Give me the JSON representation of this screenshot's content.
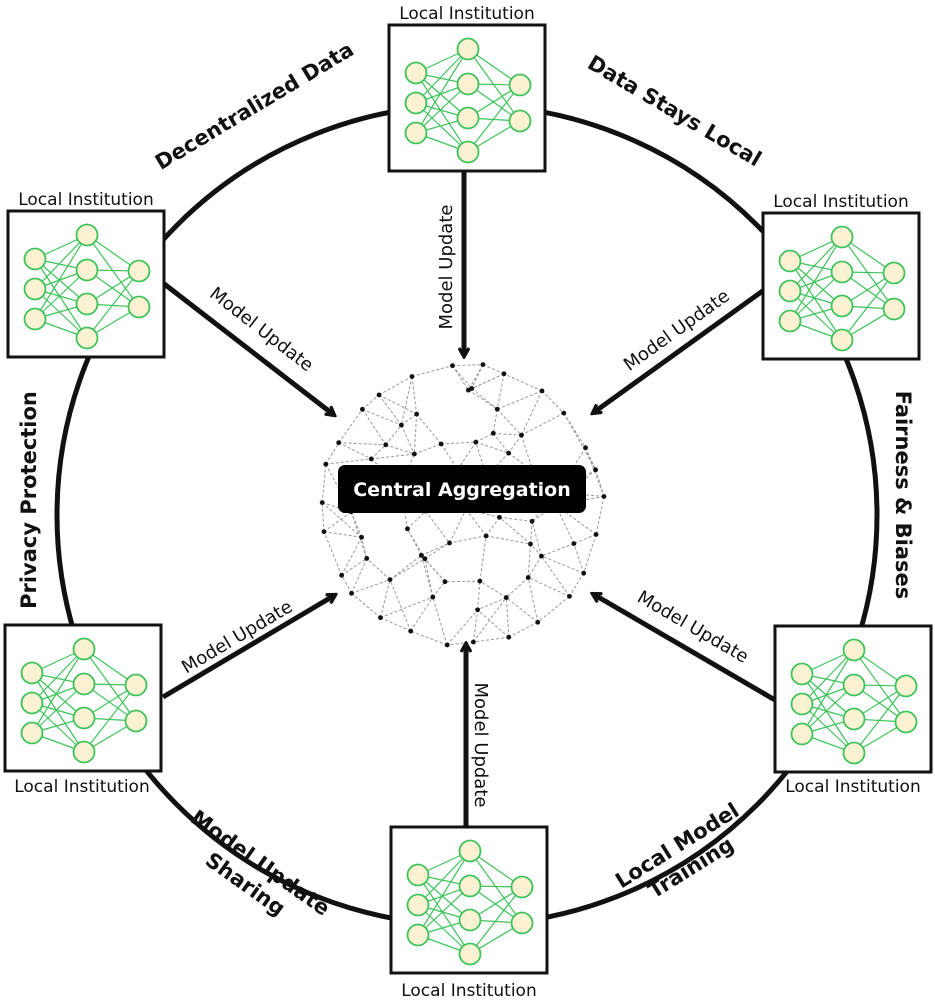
{
  "center": {
    "label": "Central Aggregation"
  },
  "institution_label": "Local Institution",
  "arrow_label": "Model Update",
  "themes": {
    "top_left": "Decentralized Data",
    "top_right": "Data Stays Local",
    "right": "Fairness & Biases",
    "bottom_right_line1": "Local Model",
    "bottom_right_line2": "Training",
    "bottom_left_line1": "Model Update",
    "bottom_left_line2": "Sharing",
    "left": "Privacy Protection"
  },
  "colors": {
    "node_fill": "#fbf1d3",
    "node_stroke": "#3fc35a",
    "edge": "#3fc35a",
    "outline": "#111111",
    "mesh": "#9a9a9a",
    "center_bg": "#000000"
  },
  "icons": {
    "institution": "neural-network-icon",
    "aggregator": "network-sphere-icon"
  }
}
